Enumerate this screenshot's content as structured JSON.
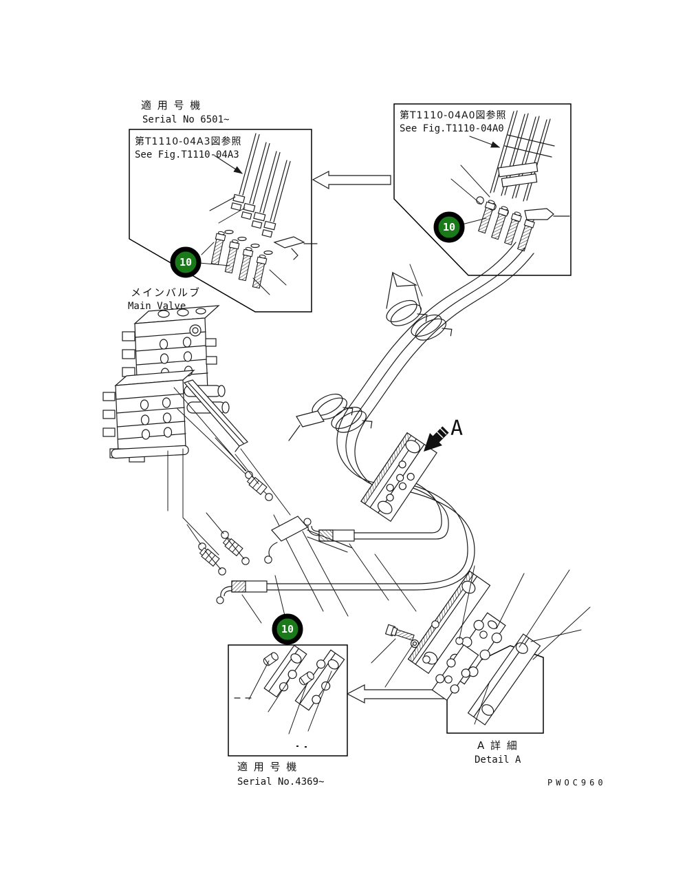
{
  "labels": {
    "applicable_top": "適 用 号 機",
    "serial_top": "Serial No 6501~",
    "ref_left_jp": "第T1110-04A3図参照",
    "ref_left_en": "See Fig.T1110-04A3",
    "ref_right_jp": "第T1110-04A0図参照",
    "ref_right_en": "See Fig.T1110-04A0",
    "main_valve_jp": "メインバルブ",
    "main_valve_en": "Main Valve",
    "detail_marker": "A",
    "detail_jp": "A 詳 細",
    "detail_en": "Detail A",
    "applicable_bottom": "適 用 号 機",
    "serial_bottom": "Serial No.4369~",
    "drawing_code": "PWOC960"
  },
  "badges": {
    "fill": "#1a7a1a",
    "ring": "#000000",
    "text_color": "#ffffff",
    "items": [
      {
        "label": "10"
      },
      {
        "label": "10"
      },
      {
        "label": "10"
      }
    ]
  },
  "colors": {
    "line": "#1a1a1a",
    "background": "#ffffff"
  }
}
